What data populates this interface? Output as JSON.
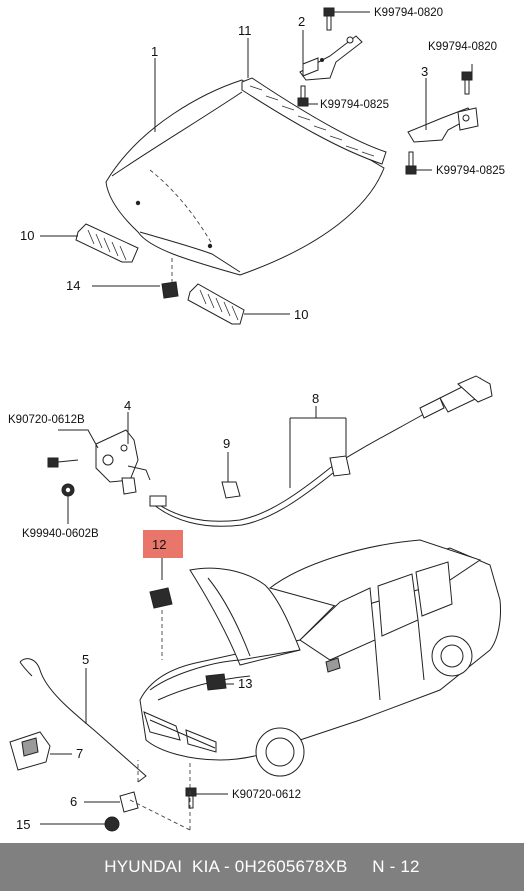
{
  "callouts": {
    "c1": "1",
    "c2": "2",
    "c3": "3",
    "c4": "4",
    "c5": "5",
    "c6": "6",
    "c7": "7",
    "c8": "8",
    "c9": "9",
    "c10a": "10",
    "c10b": "10",
    "c11": "11",
    "c12": "12",
    "c13": "13",
    "c14": "14",
    "c15": "15"
  },
  "part_codes": {
    "hinge_l_top": "K99794-0820",
    "hinge_l_bottom": "K99794-0825",
    "hinge_r_top": "K99794-0820",
    "hinge_r_bottom": "K99794-0825",
    "latch_bolt": "K90720-0612B",
    "latch_nut": "K99940-0602B",
    "rod_bolt": "K90720-0612"
  },
  "highlight": {
    "callout_bg": "#e8766b"
  },
  "footer": {
    "text": "HYUNDAI  KIA - 0H2605678XB     N - 12"
  }
}
